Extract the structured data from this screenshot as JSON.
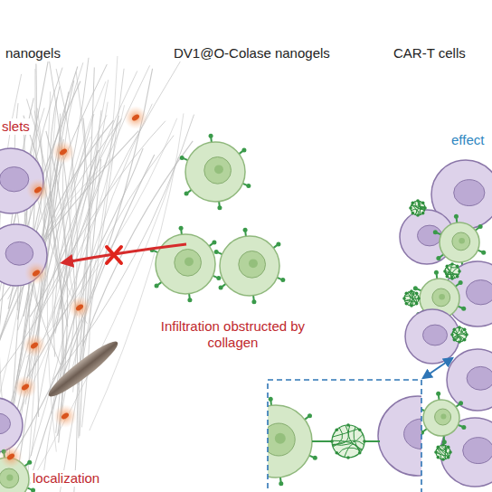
{
  "diagram": {
    "labels": [
      "nanogels",
      "DV1@O-Colase nanogels",
      "CAR-T cells",
      "slets",
      "Infiltration obstructed by collagen",
      "effect",
      "localization"
    ]
  }
}
